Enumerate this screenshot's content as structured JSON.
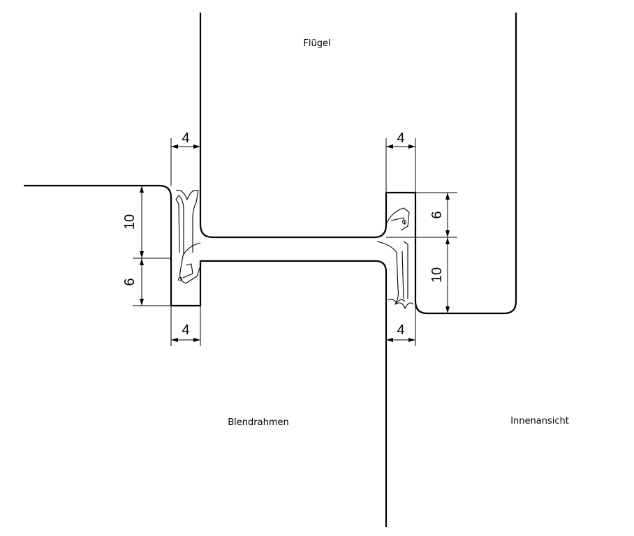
{
  "labels": {
    "sash": "Flügel",
    "frame": "Blendrahmen",
    "inside_view": "Innenansicht"
  },
  "dimensions": {
    "left_top_width": "4",
    "left_bottom_width": "4",
    "left_upper_height": "10",
    "left_lower_height": "6",
    "right_top_width": "4",
    "right_bottom_width": "4",
    "right_upper_height": "6",
    "right_lower_height": "10"
  }
}
